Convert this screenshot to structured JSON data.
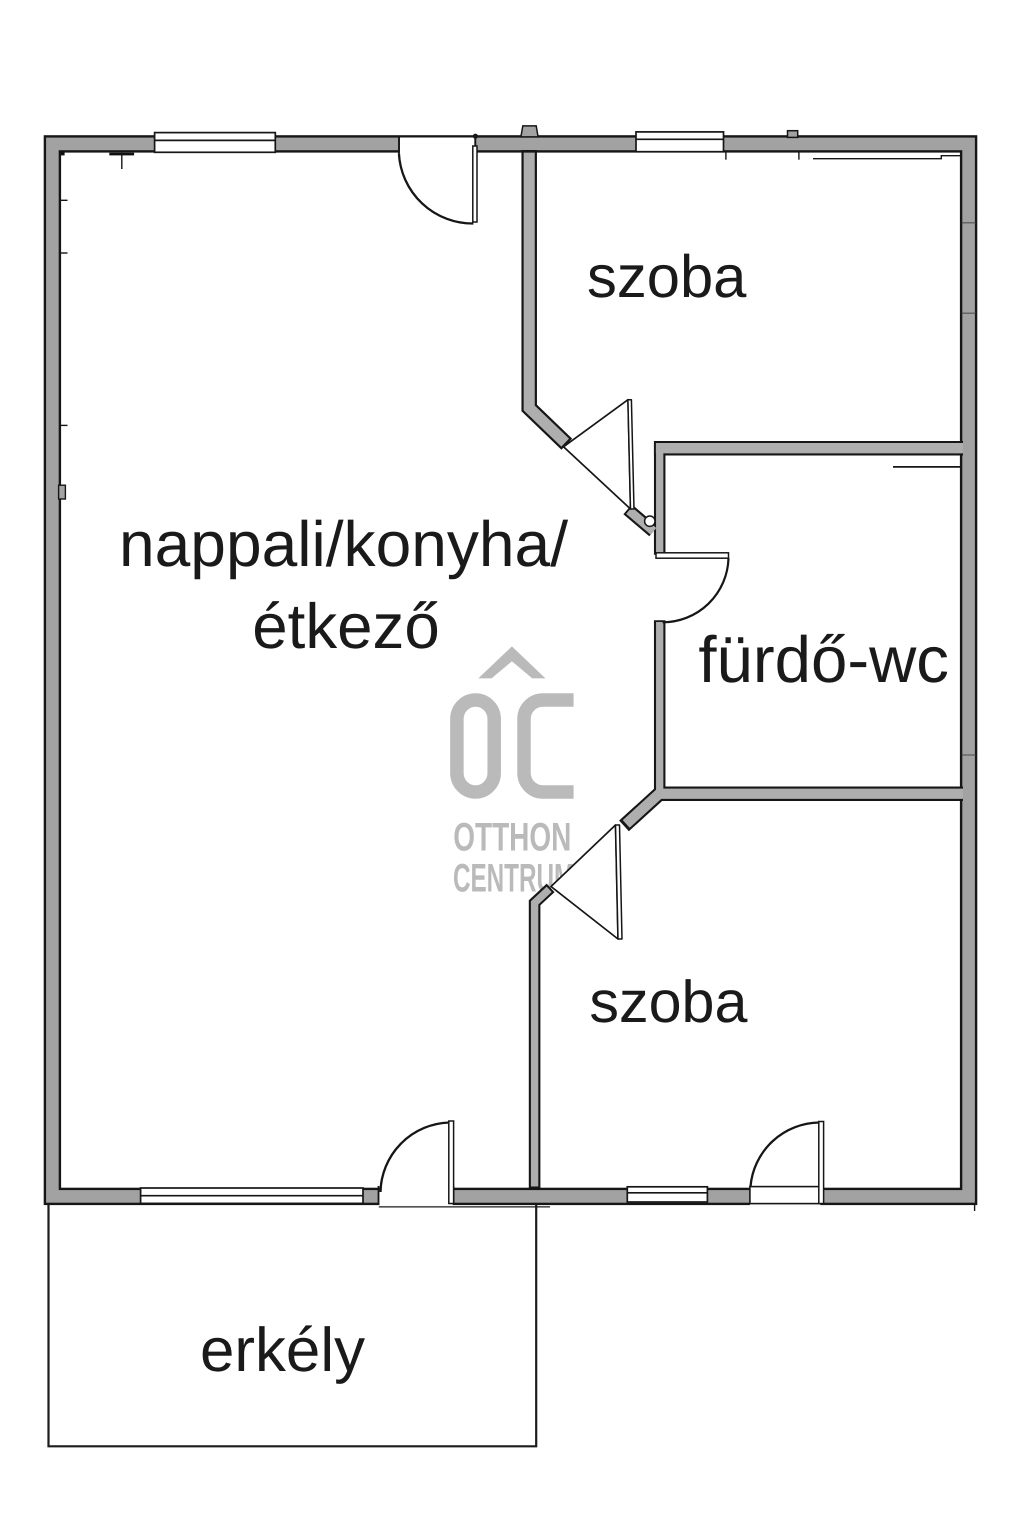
{
  "title": "apartment floor plan",
  "labels": {
    "living_line1": "nappali/konyha/",
    "living_line2": "étkező",
    "room_top": "szoba",
    "bathroom": "fürdő-wc",
    "room_bottom": "szoba",
    "balcony": "erkély"
  },
  "watermark": {
    "monogram_o": "O",
    "monogram_c": "C",
    "line1": "OTTHON",
    "line2": "CENTRUM"
  },
  "colors": {
    "background": "#ffffff",
    "wall_fill": "#a2a2a2",
    "interior_wall_fill": "#aeaeae",
    "outline": "#161616",
    "label_text": "#1a1a1a",
    "watermark_gray": "#bababa",
    "thin_line": "#1c1c1c"
  }
}
